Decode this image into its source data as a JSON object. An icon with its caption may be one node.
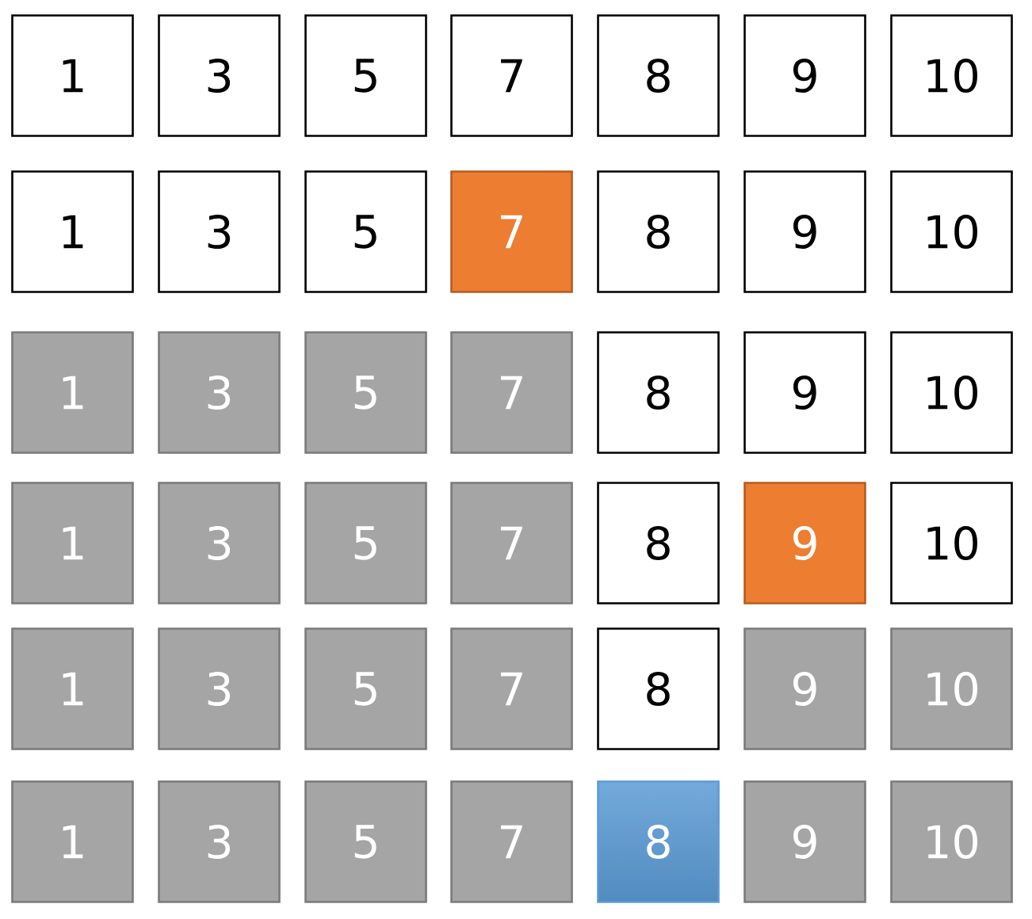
{
  "diagram": {
    "nodes": [
      {
        "text": [
          "1"
        ]
      },
      {
        "text": [
          "3"
        ]
      },
      {
        "text": [
          "5"
        ]
      },
      {
        "text": [
          "7"
        ]
      },
      {
        "text": [
          "8"
        ]
      },
      {
        "text": [
          "9"
        ]
      },
      {
        "text": [
          "10"
        ]
      },
      {
        "text": [
          "1"
        ]
      },
      {
        "text": [
          "3"
        ]
      },
      {
        "text": [
          "5"
        ]
      },
      {
        "text": [
          "7"
        ]
      },
      {
        "text": [
          "8"
        ]
      },
      {
        "text": [
          "9"
        ]
      },
      {
        "text": [
          "10"
        ]
      },
      {
        "text": [
          "1"
        ]
      },
      {
        "text": [
          "3"
        ]
      },
      {
        "text": [
          "5"
        ]
      },
      {
        "text": [
          "7"
        ]
      },
      {
        "text": [
          "8"
        ]
      },
      {
        "text": [
          "9"
        ]
      },
      {
        "text": [
          "10"
        ]
      },
      {
        "text": [
          "1"
        ]
      },
      {
        "text": [
          "3"
        ]
      },
      {
        "text": [
          "5"
        ]
      },
      {
        "text": [
          "7"
        ]
      },
      {
        "text": [
          "8"
        ]
      },
      {
        "text": [
          "9"
        ]
      },
      {
        "text": [
          "10"
        ]
      },
      {
        "text": [
          "1"
        ]
      },
      {
        "text": [
          "3"
        ]
      },
      {
        "text": [
          "5"
        ]
      },
      {
        "text": [
          "7"
        ]
      },
      {
        "text": [
          "8"
        ]
      },
      {
        "text": [
          "9"
        ]
      },
      {
        "text": [
          "10"
        ]
      },
      {
        "text": [
          "1"
        ]
      },
      {
        "text": [
          "3"
        ]
      },
      {
        "text": [
          "5"
        ]
      },
      {
        "text": [
          "7"
        ]
      },
      {
        "text": [
          "8"
        ]
      },
      {
        "text": [
          "9"
        ]
      },
      {
        "text": [
          "10"
        ]
      }
    ]
  }
}
